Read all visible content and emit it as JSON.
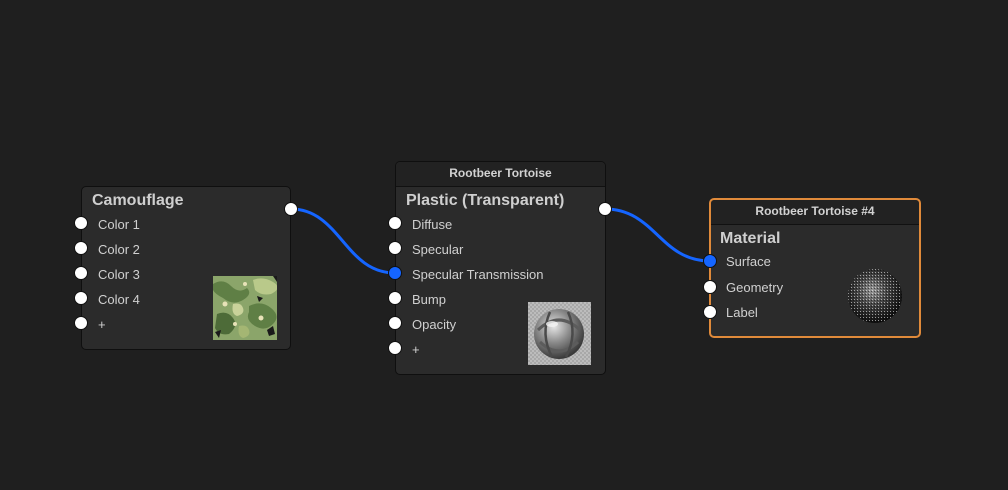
{
  "nodes": {
    "camouflage": {
      "title": "Camouflage",
      "inputs": [
        "Color 1",
        "Color 2",
        "Color 3",
        "Color 4",
        "+"
      ],
      "preview_icon": "camouflage-texture-icon"
    },
    "plastic": {
      "header": "Rootbeer Tortoise",
      "title": "Plastic (Transparent)",
      "inputs": [
        "Diffuse",
        "Specular",
        "Specular Transmission",
        "Bump",
        "Opacity",
        "+"
      ],
      "connected_input": "Specular Transmission",
      "preview_icon": "plastic-sphere-preview-icon"
    },
    "material": {
      "header": "Rootbeer Tortoise #4",
      "title": "Material",
      "inputs": [
        "Surface",
        "Geometry",
        "Label"
      ],
      "connected_input": "Surface",
      "preview_icon": "material-sphere-preview-icon",
      "selected": true
    }
  },
  "colors": {
    "background": "#1f1f1f",
    "node": "#2b2b2b",
    "wire": "#1565ff",
    "selection": "#e08a3a"
  }
}
